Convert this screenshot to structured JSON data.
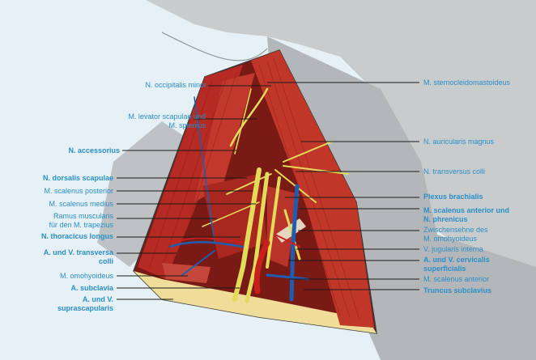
{
  "colors": {
    "background": "#e5f0f7",
    "label_text": "#2a8fc8",
    "leader_line": "#1a1a1a",
    "skin": "#b9bcbe",
    "muscle": "#b52a22",
    "nerve": "#e3dc5a",
    "vein": "#1f5db3",
    "artery": "#c8201c",
    "fat": "#f0dd9a"
  },
  "labels_left": [
    {
      "id": "n-occipitalis-minor",
      "lines": [
        "N. occipitalis minor"
      ],
      "bold": false
    },
    {
      "id": "m-levator-scapulae",
      "lines": [
        "M. levator scapulae und",
        "M. splenius"
      ],
      "bold": false
    },
    {
      "id": "n-accessorius",
      "lines": [
        "N. accessorius"
      ],
      "bold": true
    },
    {
      "id": "n-dorsalis-scapulae",
      "lines": [
        "N. dorsalis scapulae"
      ],
      "bold": true
    },
    {
      "id": "m-scalenus-posterior",
      "lines": [
        "M. scalenus posterior"
      ],
      "bold": false
    },
    {
      "id": "m-scalenus-medius",
      "lines": [
        "M. scalenus medius"
      ],
      "bold": false
    },
    {
      "id": "ramus-muscularis",
      "lines": [
        "Ramus muscularis",
        "für den M. trapezius"
      ],
      "bold": false
    },
    {
      "id": "n-thoracicus-longus",
      "lines": [
        "N. thoracicus longus"
      ],
      "bold": true
    },
    {
      "id": "a-v-transversa-colli",
      "lines": [
        "A. und V. transversa",
        "colli"
      ],
      "bold": true
    },
    {
      "id": "m-omohyoideus",
      "lines": [
        "M. omohyoideus"
      ],
      "bold": false
    },
    {
      "id": "a-subclavia",
      "lines": [
        "A. subclavia"
      ],
      "bold": true
    },
    {
      "id": "a-v-suprascapularis",
      "lines": [
        "A. und V.",
        "suprascapularis"
      ],
      "bold": true
    }
  ],
  "labels_right": [
    {
      "id": "m-sternocleidomastoideus",
      "lines": [
        "M. sternocleidomastoideus"
      ],
      "bold": false
    },
    {
      "id": "n-auricularis-magnus",
      "lines": [
        "N. auricularis magnus"
      ],
      "bold": false
    },
    {
      "id": "n-transversus-colli",
      "lines": [
        "N. transversus colli"
      ],
      "bold": false
    },
    {
      "id": "plexus-brachialis",
      "lines": [
        "Plexus brachialis"
      ],
      "bold": true
    },
    {
      "id": "m-scalenus-anterior-n-phrenicus",
      "lines": [
        "M. scalenus anterior und",
        "N. phrenicus"
      ],
      "bold": true
    },
    {
      "id": "zwischensehne",
      "lines": [
        "Zwischensehne des",
        "M. omohyoideus"
      ],
      "bold": false
    },
    {
      "id": "v-jugularis-interna",
      "lines": [
        "V. jugularis interna"
      ],
      "bold": false
    },
    {
      "id": "a-v-cervicalis-superficialis",
      "lines": [
        "A. und V. cervicalis",
        "superficialis"
      ],
      "bold": true
    },
    {
      "id": "m-scalenus-anterior",
      "lines": [
        "M. scalenus anterior"
      ],
      "bold": false
    },
    {
      "id": "truncus-subclavius",
      "lines": [
        "Truncus subclavius"
      ],
      "bold": true
    }
  ]
}
